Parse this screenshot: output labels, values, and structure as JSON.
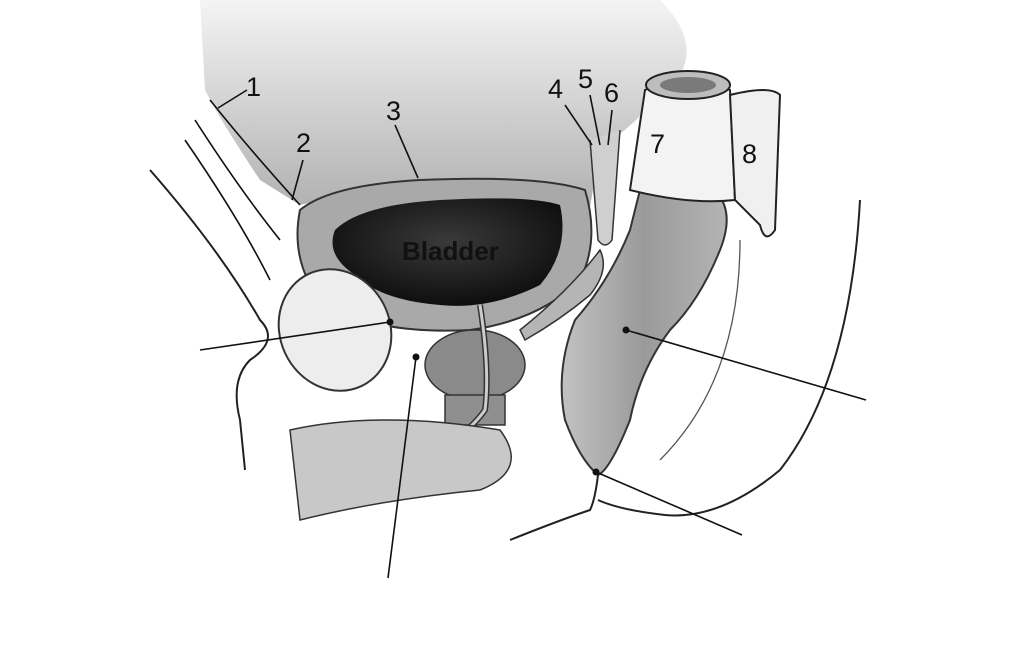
{
  "diagram": {
    "organ_label": "Bladder",
    "numbered_labels": [
      "1",
      "2",
      "3",
      "4",
      "5",
      "6",
      "7",
      "8"
    ],
    "colors": {
      "tissue_light": "#e6e6e6",
      "tissue_mid": "#9a9a9a",
      "tissue_dark": "#2a2a2a",
      "peritoneum": "#c9c9c9",
      "line": "#111111"
    }
  }
}
